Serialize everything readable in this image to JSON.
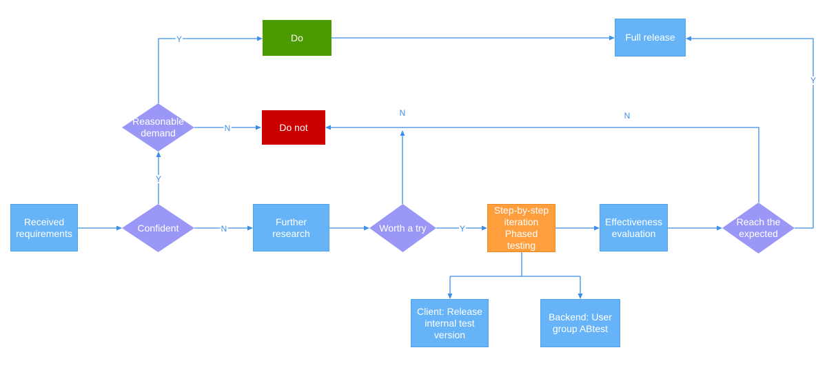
{
  "nodes": {
    "received": "Received requirements",
    "confident": "Confident",
    "reasonable": "Reasonable demand",
    "do": "Do",
    "do_not": "Do not",
    "further": "Further research",
    "worth": "Worth a try",
    "step": "Step-by-step iteration Phased testing",
    "effect": "Effectiveness evaluation",
    "reach": "Reach the expected",
    "full": "Full release",
    "client": "Client: Release internal test version",
    "backend": "Backend: User group ABtest"
  },
  "edge_labels": {
    "confident_yes": "Y",
    "confident_no": "N",
    "reasonable_yes": "Y",
    "reasonable_no": "N",
    "worth_yes": "Y",
    "worth_no": "N",
    "reach_yes": "Y",
    "reach_no": "N"
  },
  "colors": {
    "connector": "#3b8fe6",
    "process": "#66b3f7",
    "decision": "#9b97f7",
    "do": "#4a9a00",
    "do_not": "#cc0000",
    "testing": "#ff9e3d"
  }
}
